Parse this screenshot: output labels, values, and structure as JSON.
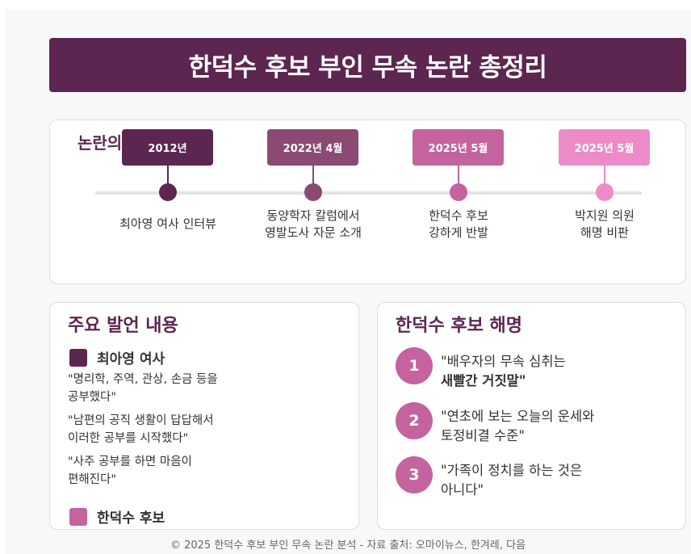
{
  "page": {
    "title": "한덕수 후보 부인 무속 논란 총정리",
    "footer": "© 2025 한덕수 후보 부인 무속 논란 분석 - 자료 출처: 오마이뉴스, 한겨레, 다음"
  },
  "timeline": {
    "heading": "논란의",
    "events": [
      {
        "date": "2012년",
        "line1": "최아영 여사 인터뷰",
        "line2": "",
        "color": "#5c2650"
      },
      {
        "date": "2022년 4월",
        "line1": "동양학자 칼럼에서",
        "line2": "영발도사 자문 소개",
        "color": "#8a4a72"
      },
      {
        "date": "2025년 5월",
        "line1": "한덕수 후보",
        "line2": "강하게 반발",
        "color": "#c4639e"
      },
      {
        "date": "2025년 5월",
        "line1": "박지원 의원",
        "line2": "해명 비판",
        "color": "#ed8bc8"
      }
    ]
  },
  "statements": {
    "title": "주요 발언 내용",
    "speaker1": {
      "name": "최아영 여사",
      "color": "#5c2650"
    },
    "quotes": [
      {
        "line1": "\"명리학, 주역, 관상, 손금 등을",
        "line2": "공부했다\""
      },
      {
        "line1": "\"남편의 공직 생활이 답답해서",
        "line2": "이러한 공부를 시작했다\""
      },
      {
        "line1": "\"사주 공부를 하면 마음이",
        "line2": "편해진다\""
      }
    ],
    "speaker2": {
      "name": "한덕수 후보",
      "color": "#c4639e"
    }
  },
  "explanation": {
    "title": "한덕수 후보 해명",
    "items": [
      {
        "num": "1",
        "line1": "\"배우자의 무속 심취는",
        "line2": "새빨간 거짓말\"",
        "bold2": true
      },
      {
        "num": "2",
        "line1": "\"연초에 보는 오늘의 운세와",
        "line2": "토정비결 수준\"",
        "bold2": false
      },
      {
        "num": "3",
        "line1": "\"가족이 정치를 하는 것은",
        "line2": "아니다\"",
        "bold2": false
      }
    ]
  }
}
